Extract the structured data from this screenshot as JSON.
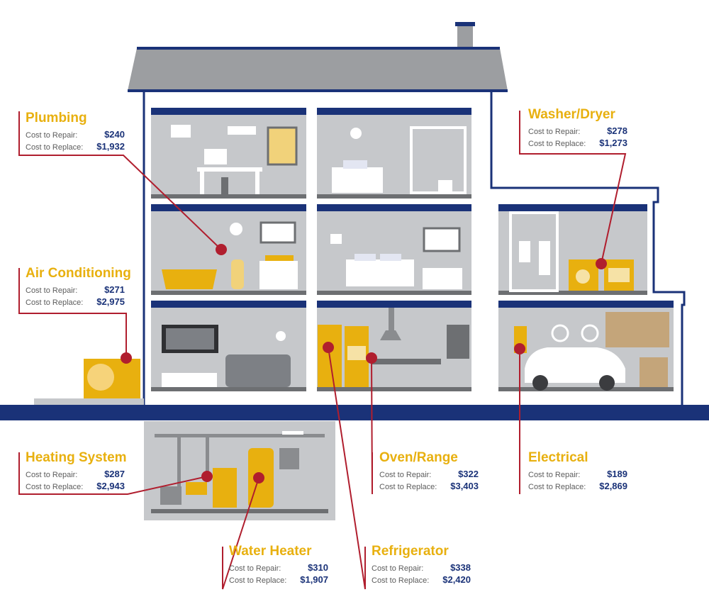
{
  "colors": {
    "navy": "#1a3278",
    "gold": "#e8b00f",
    "red": "#b01e2e",
    "gray": "#c6c8cb",
    "roof": "#9c9ea1"
  },
  "callouts": {
    "plumbing": {
      "title": "Plumbing",
      "repair_label": "Cost to Repair:",
      "repair_cost": "$240",
      "replace_label": "Cost to Replace:",
      "replace_cost": "$1,932"
    },
    "air_conditioning": {
      "title": "Air Conditioning",
      "repair_label": "Cost to Repair:",
      "repair_cost": "$271",
      "replace_label": "Cost to Replace:",
      "replace_cost": "$2,975"
    },
    "heating_system": {
      "title": "Heating System",
      "repair_label": "Cost to Repair:",
      "repair_cost": "$287",
      "replace_label": "Cost to Replace:",
      "replace_cost": "$2,943"
    },
    "water_heater": {
      "title": "Water Heater",
      "repair_label": "Cost to Repair:",
      "repair_cost": "$310",
      "replace_label": "Cost to Replace:",
      "replace_cost": "$1,907"
    },
    "refrigerator": {
      "title": "Refrigerator",
      "repair_label": "Cost to Repair:",
      "repair_cost": "$338",
      "replace_label": "Cost to Replace:",
      "replace_cost": "$2,420"
    },
    "oven_range": {
      "title": "Oven/Range",
      "repair_label": "Cost to Repair:",
      "repair_cost": "$322",
      "replace_label": "Cost to Replace:",
      "replace_cost": "$3,403"
    },
    "electrical": {
      "title": "Electrical",
      "repair_label": "Cost to Repair:",
      "repair_cost": "$189",
      "replace_label": "Cost to Replace:",
      "replace_cost": "$2,869"
    },
    "washer_dryer": {
      "title": "Washer/Dryer",
      "repair_label": "Cost to Repair:",
      "repair_cost": "$278",
      "replace_label": "Cost to Replace:",
      "replace_cost": "$1,273"
    }
  }
}
